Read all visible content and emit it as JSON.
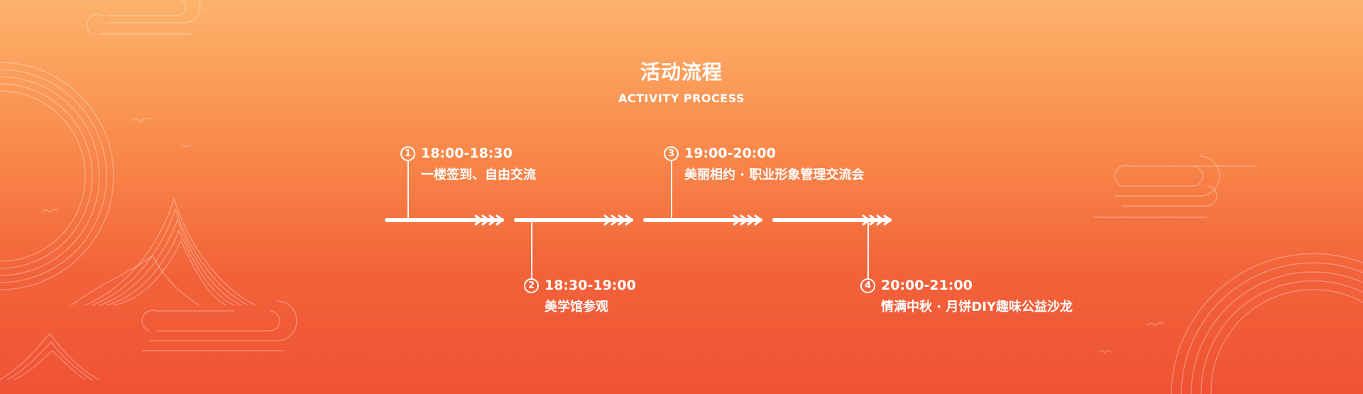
{
  "header": {
    "title": "活动流程",
    "subtitle": "ACTIVITY PROCESS"
  },
  "steps": [
    {
      "number": "1",
      "time": "18:00-18:30",
      "desc": "一楼签到、自由交流"
    },
    {
      "number": "2",
      "time": "18:30-19:00",
      "desc": "美学馆参观"
    },
    {
      "number": "3",
      "time": "19:00-20:00",
      "desc": "美丽相约 · 职业形象管理交流会"
    },
    {
      "number": "4",
      "time": "20:00-21:00",
      "desc": "情满中秋 · 月饼DIY趣味公益沙龙"
    }
  ],
  "colors": {
    "gradient_top": "#fdb36c",
    "gradient_bottom": "#ef5233",
    "foreground": "#ffffff"
  }
}
